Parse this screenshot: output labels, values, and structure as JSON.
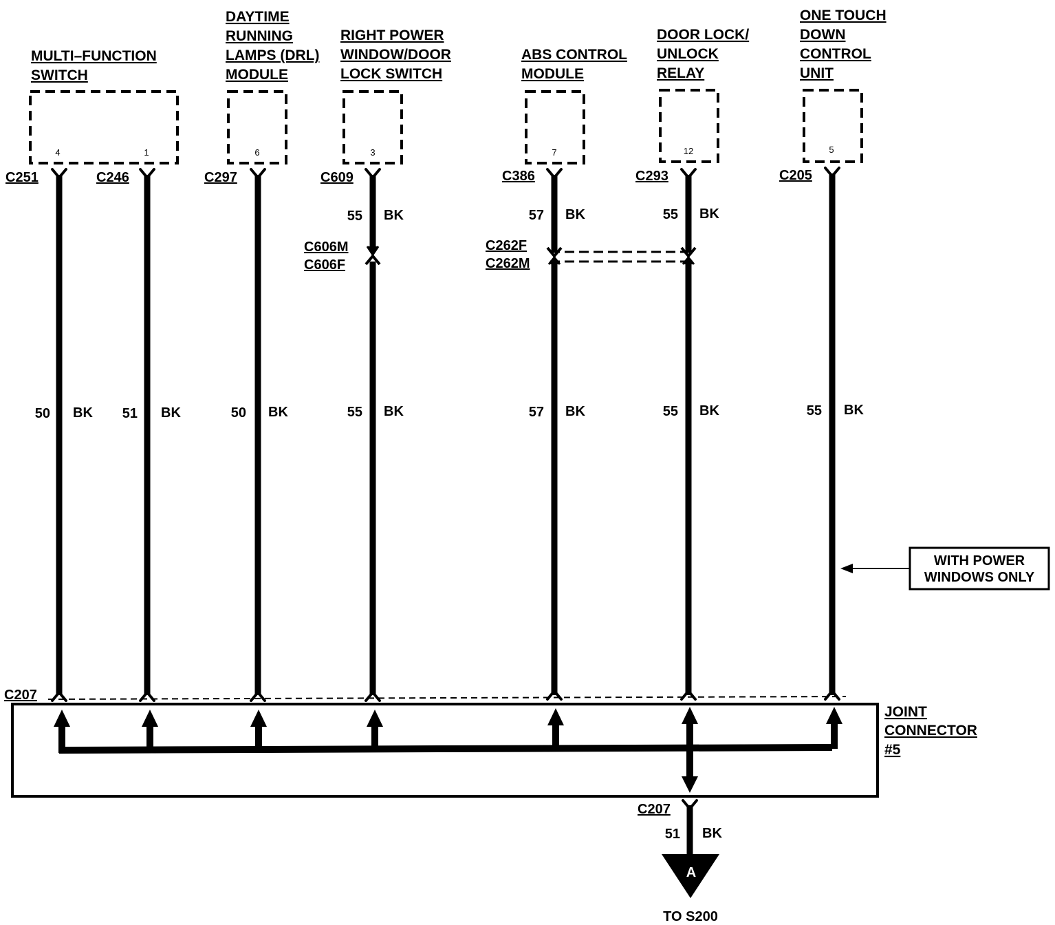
{
  "components": [
    {
      "lines": [
        "MULTI–FUNCTION",
        "SWITCH"
      ]
    },
    {
      "lines": [
        "DAYTIME",
        "RUNNING",
        "LAMPS (DRL)",
        "MODULE"
      ]
    },
    {
      "lines": [
        "RIGHT POWER",
        "WINDOW/DOOR",
        "LOCK SWITCH"
      ]
    },
    {
      "lines": [
        "ABS CONTROL",
        "MODULE"
      ]
    },
    {
      "lines": [
        "DOOR LOCK/",
        "UNLOCK",
        "RELAY"
      ]
    },
    {
      "lines": [
        "ONE TOUCH",
        "DOWN",
        "CONTROL",
        "UNIT"
      ]
    }
  ],
  "wires": [
    {
      "pin": "4",
      "connector": "C251",
      "gauge_upper": "",
      "color_upper": "",
      "gauge": "50",
      "color": "BK"
    },
    {
      "pin": "1",
      "connector": "C246",
      "gauge_upper": "",
      "color_upper": "",
      "gauge": "51",
      "color": "BK"
    },
    {
      "pin": "6",
      "connector": "C297",
      "gauge_upper": "",
      "color_upper": "",
      "gauge": "50",
      "color": "BK"
    },
    {
      "pin": "3",
      "connector": "C609",
      "gauge_upper": "55",
      "color_upper": "BK",
      "gauge": "55",
      "color": "BK"
    },
    {
      "pin": "7",
      "connector": "C386",
      "gauge_upper": "57",
      "color_upper": "BK",
      "gauge": "57",
      "color": "BK"
    },
    {
      "pin": "12",
      "connector": "C293",
      "gauge_upper": "55",
      "color_upper": "BK",
      "gauge": "55",
      "color": "BK"
    },
    {
      "pin": "5",
      "connector": "C205",
      "gauge_upper": "",
      "color_upper": "",
      "gauge": "55",
      "color": "BK"
    }
  ],
  "inline_connectors": {
    "c606": [
      "C606M",
      "C606F"
    ],
    "c262": [
      "C262F",
      "C262M"
    ]
  },
  "bottom_connector": "C207",
  "joint_connector": [
    "JOINT",
    "CONNECTOR",
    "#5"
  ],
  "note": [
    "WITH POWER",
    "WINDOWS ONLY"
  ],
  "output": {
    "connector": "C207",
    "gauge": "51",
    "color": "BK",
    "ref_letter": "A",
    "destination": "TO S200"
  }
}
